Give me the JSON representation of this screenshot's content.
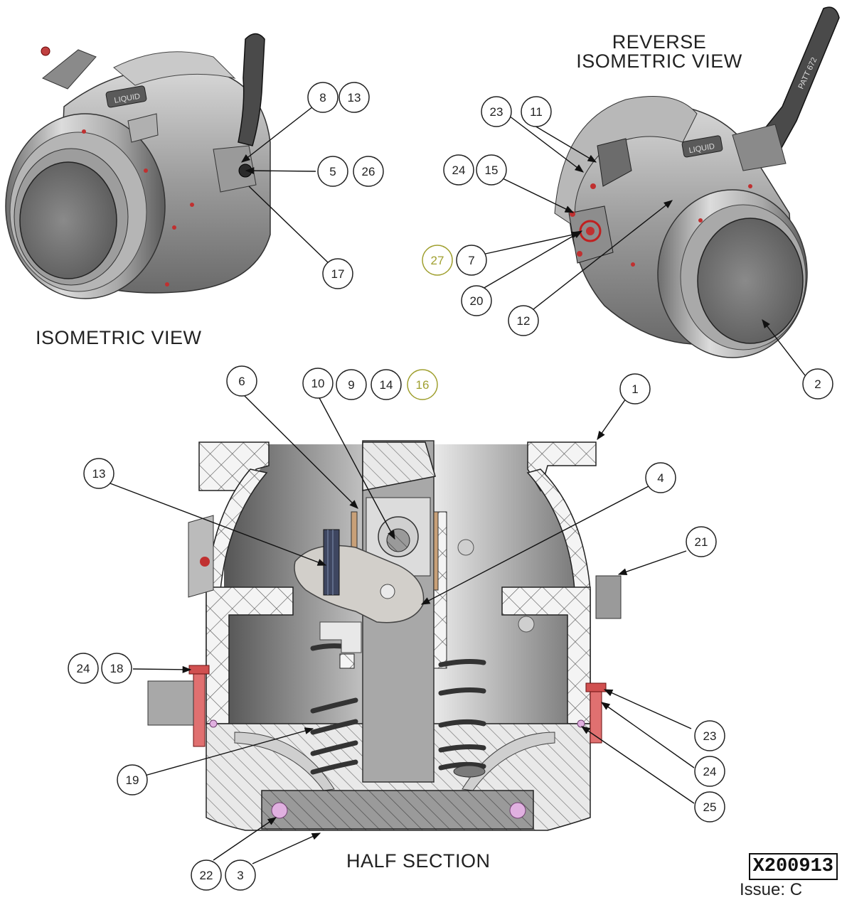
{
  "views": {
    "isometric": "ISOMETRIC VIEW",
    "reverse_line1": "REVERSE",
    "reverse_line2": "ISOMETRIC VIEW",
    "half_section": "HALF SECTION"
  },
  "drawing_number": "X200913",
  "issue": "Issue: C",
  "balloon_colors": {
    "normal": "#222222",
    "highlight": "#a0a030"
  },
  "balloons": [
    {
      "id": "b8",
      "label": "8"
    },
    {
      "id": "b13a",
      "label": "13"
    },
    {
      "id": "b5",
      "label": "5"
    },
    {
      "id": "b26",
      "label": "26"
    },
    {
      "id": "b17",
      "label": "17"
    },
    {
      "id": "b23a",
      "label": "23"
    },
    {
      "id": "b11",
      "label": "11"
    },
    {
      "id": "b24a",
      "label": "24"
    },
    {
      "id": "b15",
      "label": "15"
    },
    {
      "id": "b27",
      "label": "27",
      "highlight": true
    },
    {
      "id": "b7",
      "label": "7"
    },
    {
      "id": "b20",
      "label": "20"
    },
    {
      "id": "b12",
      "label": "12"
    },
    {
      "id": "b2",
      "label": "2"
    },
    {
      "id": "b6",
      "label": "6"
    },
    {
      "id": "b10",
      "label": "10"
    },
    {
      "id": "b9",
      "label": "9"
    },
    {
      "id": "b14",
      "label": "14"
    },
    {
      "id": "b16",
      "label": "16",
      "highlight": true
    },
    {
      "id": "b1",
      "label": "1"
    },
    {
      "id": "b13b",
      "label": "13"
    },
    {
      "id": "b4",
      "label": "4"
    },
    {
      "id": "b21",
      "label": "21"
    },
    {
      "id": "b24b",
      "label": "24"
    },
    {
      "id": "b18",
      "label": "18"
    },
    {
      "id": "b19",
      "label": "19"
    },
    {
      "id": "b23b",
      "label": "23"
    },
    {
      "id": "b24c",
      "label": "24"
    },
    {
      "id": "b25",
      "label": "25"
    },
    {
      "id": "b22",
      "label": "22"
    },
    {
      "id": "b3",
      "label": "3"
    }
  ],
  "handle_text": "PATT 672",
  "label_plate_text": "LIQUID"
}
